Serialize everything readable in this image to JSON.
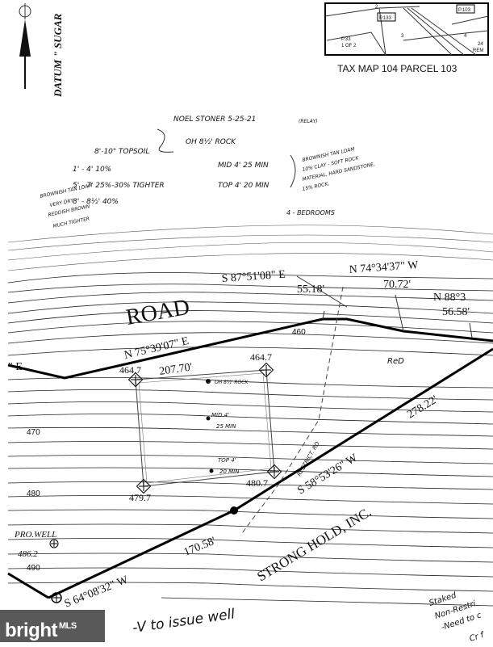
{
  "header": {
    "datum_label": "DATUM \" SUGAR",
    "tax_map_label": "TAX MAP 104 PARCEL 103",
    "inset_labels": [
      "P.133",
      "P.103",
      "P.33",
      "1 OF 2",
      "2",
      "3",
      "4",
      "24",
      "REM"
    ]
  },
  "perc_notes": {
    "signature": "NOEL STONER  5-25-21",
    "signature_note": "(RELAY)",
    "soil_lines": [
      "8'-10\" TOPSOIL",
      "1' - 4'  10%",
      "5' - 7'  25%-30% TIGHTER",
      "8' - 8½'  40%"
    ],
    "soil_side_label_1": "BROWNISH TAN LOAM",
    "soil_side_label_2": "VERY DRY",
    "soil_side_label_3": "REDDISH BROWN",
    "soil_side_label_4": "MUCH TIGHTER",
    "oh_note": "OH  8½' ROCK",
    "mid_test": "MID  4'  25 MIN",
    "top_test": "TOP  4'  20 MIN",
    "right_desc": [
      "BROWNISH TAN LOAM",
      "10% CLAY - SOFT ROCK",
      "MATERIAL, HARD SANDSTONE,",
      "15% ROCK,"
    ],
    "bedrooms": "4 - BEDROOMS"
  },
  "map": {
    "road_label": "ROAD",
    "bearings": {
      "b1": "S 87°51'08\" E",
      "b1_dist": "55.18'",
      "b2": "N 74°34'37\" W",
      "b2_dist": "70.72'",
      "b3": "N 88°3",
      "b3_dist": "56.58'",
      "b4": "N 75°39'07\" E",
      "b4_dist": "207.70'",
      "b5": "S 58°53'26\" W",
      "b5_dist": "278.22'",
      "b6": "S 64°08'32\" W",
      "b6_dist": "170.58'",
      "b_left_frag": "\" E"
    },
    "elevations": {
      "e1": "464.7",
      "e2": "464.7",
      "e3": "479.7",
      "e4": "480.7",
      "e5": "486.2"
    },
    "contour_labels": [
      "460",
      "470",
      "480",
      "490"
    ],
    "red_label": "ReD",
    "restrict_label": "RESTRICT. RD",
    "points": {
      "p1": "OH 8½' ROCK",
      "p2_a": "MID 4'",
      "p2_b": "25 MIN",
      "p3_a": "TOP 4'",
      "p3_b": "20 MIN"
    },
    "owner": "STRONG HOLD, INC.",
    "well_label": "PRO.WELL"
  },
  "footer": {
    "issue_note": "-V  to issue well",
    "staked_lines": [
      "Staked",
      "Non-Restri",
      "-Need to c",
      "Cr f"
    ]
  },
  "watermark": {
    "brand": "bright",
    "mark": "MLS"
  }
}
